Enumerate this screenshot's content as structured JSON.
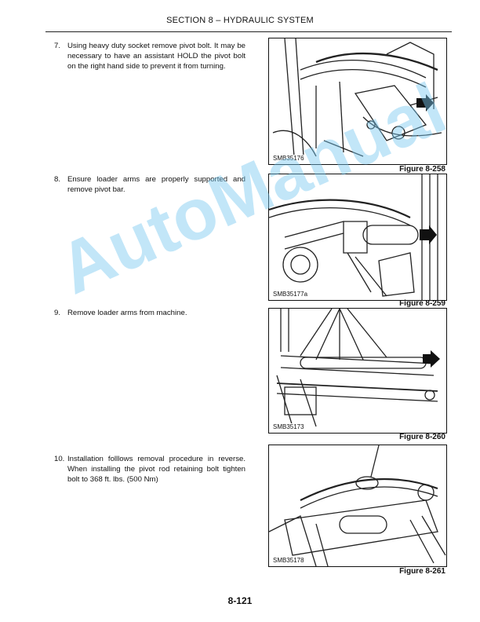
{
  "header": {
    "title": "SECTION 8 – HYDRAULIC SYSTEM"
  },
  "steps": [
    {
      "num": "7.",
      "text": "Using heavy duty socket remove pivot bolt. It may be necessary to have an assistant HOLD the pivot bolt on the right hand side to prevent it from turning."
    },
    {
      "num": "8.",
      "text": "Ensure loader arms are properly supported and remove pivot bar."
    },
    {
      "num": "9.",
      "text": "Remove loader arms from machine."
    },
    {
      "num": "10.",
      "text": "Installation folllows removal procedure in reverse. When installing the pivot rod retaining bolt tighten bolt to 368 ft. lbs. (500 Nm)"
    }
  ],
  "figures": [
    {
      "code": "SMB35176",
      "label": "Figure 8-258"
    },
    {
      "code": "SMB35177a",
      "label": "Figure 8-259"
    },
    {
      "code": "SMB35173",
      "label": "Figure 8-260"
    },
    {
      "code": "SMB35178",
      "label": "Figure 8-261"
    }
  ],
  "watermark": "AutoManual",
  "page_number": "8-121"
}
